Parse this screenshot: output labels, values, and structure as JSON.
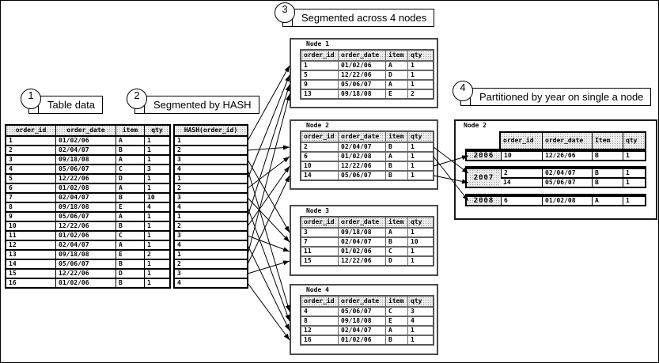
{
  "callouts": [
    {
      "number": "1",
      "label": "Table data"
    },
    {
      "number": "2",
      "label": "Segmented by HASH"
    },
    {
      "number": "3",
      "label": "Segmented across 4 nodes"
    },
    {
      "number": "4",
      "label": "Partitioned by year on single a node"
    }
  ],
  "main_table": {
    "headers": [
      "order_id",
      "order_date",
      "item",
      "qty"
    ],
    "hash_header": "HASH(order_id)",
    "rows": [
      [
        "1",
        "01/02/06",
        "A",
        "1",
        "1"
      ],
      [
        "2",
        "02/04/07",
        "B",
        "1",
        "2"
      ],
      [
        "3",
        "09/18/08",
        "A",
        "1",
        "3"
      ],
      [
        "4",
        "05/06/07",
        "C",
        "3",
        "4"
      ],
      [
        "5",
        "12/22/06",
        "D",
        "1",
        "1"
      ],
      [
        "6",
        "01/02/08",
        "A",
        "1",
        "2"
      ],
      [
        "7",
        "02/04/07",
        "B",
        "10",
        "3"
      ],
      [
        "8",
        "09/18/08",
        "E",
        "4",
        "4"
      ],
      [
        "9",
        "05/06/07",
        "A",
        "1",
        "1"
      ],
      [
        "10",
        "12/22/06",
        "B",
        "1",
        "2"
      ],
      [
        "11",
        "01/02/06",
        "C",
        "1",
        "3"
      ],
      [
        "12",
        "02/04/07",
        "A",
        "1",
        "4"
      ],
      [
        "13",
        "09/18/08",
        "E",
        "2",
        "1"
      ],
      [
        "14",
        "05/06/07",
        "B",
        "1",
        "2"
      ],
      [
        "15",
        "12/22/06",
        "D",
        "1",
        "3"
      ],
      [
        "16",
        "01/02/06",
        "B",
        "1",
        "4"
      ]
    ]
  },
  "node_tables": [
    {
      "title": "Node 1",
      "headers": [
        "order_id",
        "order_date",
        "item",
        "qty"
      ],
      "rows": [
        [
          "1",
          "01/02/06",
          "A",
          "1"
        ],
        [
          "5",
          "12/22/06",
          "D",
          "1"
        ],
        [
          "9",
          "05/06/07",
          "A",
          "1"
        ],
        [
          "13",
          "09/18/08",
          "E",
          "2"
        ]
      ]
    },
    {
      "title": "Node 2",
      "headers": [
        "order_id",
        "order_date",
        "item",
        "qty"
      ],
      "rows": [
        [
          "2",
          "02/04/07",
          "B",
          "1"
        ],
        [
          "6",
          "01/02/08",
          "A",
          "1"
        ],
        [
          "10",
          "12/22/06",
          "B",
          "1"
        ],
        [
          "14",
          "05/06/07",
          "B",
          "1"
        ]
      ]
    },
    {
      "title": "Node 3",
      "headers": [
        "order_id",
        "order_date",
        "item",
        "qty"
      ],
      "rows": [
        [
          "3",
          "09/18/08",
          "A",
          "1"
        ],
        [
          "7",
          "02/04/07",
          "B",
          "10"
        ],
        [
          "11",
          "01/02/06",
          "C",
          "1"
        ],
        [
          "15",
          "12/22/06",
          "D",
          "1"
        ]
      ]
    },
    {
      "title": "Node 4",
      "headers": [
        "order_id",
        "order_date",
        "item",
        "qty"
      ],
      "rows": [
        [
          "4",
          "05/06/07",
          "C",
          "3"
        ],
        [
          "8",
          "09/18/08",
          "E",
          "4"
        ],
        [
          "12",
          "02/04/07",
          "A",
          "1"
        ],
        [
          "16",
          "01/02/06",
          "B",
          "1"
        ]
      ]
    }
  ],
  "partitioned_table": {
    "title": "Node 2",
    "headers": [
      "order_id",
      "order_date",
      "Item",
      "qty"
    ],
    "partitions": [
      {
        "year": "2006",
        "rows": [
          [
            "10",
            "12/26/06",
            "B",
            "1"
          ]
        ]
      },
      {
        "year": "2007",
        "rows": [
          [
            "2",
            "02/04/07",
            "B",
            "1"
          ],
          [
            "14",
            "05/06/07",
            "B",
            "1"
          ]
        ]
      },
      {
        "year": "2008",
        "rows": [
          [
            "6",
            "01/02/08",
            "A",
            "1"
          ]
        ]
      }
    ]
  }
}
